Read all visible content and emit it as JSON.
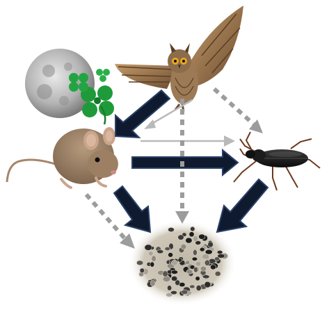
{
  "nodes": [
    {
      "id": "owl",
      "icon": "owl-icon"
    },
    {
      "id": "moon",
      "icon": "moon-icon"
    },
    {
      "id": "clover",
      "icon": "clover-icon"
    },
    {
      "id": "mouse",
      "icon": "mouse-icon"
    },
    {
      "id": "beetle",
      "icon": "beetle-icon"
    },
    {
      "id": "seeds",
      "icon": "seeds-icon"
    }
  ],
  "links": [
    {
      "from": "owl",
      "to": "mouse",
      "style": "solid-dark"
    },
    {
      "from": "owl",
      "to": "mouse",
      "style": "thin-gray"
    },
    {
      "from": "owl",
      "to": "beetle",
      "style": "dotted-gray"
    },
    {
      "from": "owl",
      "to": "seeds",
      "style": "dotted-gray"
    },
    {
      "from": "mouse",
      "to": "beetle",
      "style": "solid-dark"
    },
    {
      "from": "mouse",
      "to": "beetle",
      "style": "thin-gray"
    },
    {
      "from": "mouse",
      "to": "seeds",
      "style": "solid-dark"
    },
    {
      "from": "mouse",
      "to": "seeds",
      "style": "dotted-gray"
    },
    {
      "from": "beetle",
      "to": "seeds",
      "style": "solid-dark"
    }
  ],
  "colors": {
    "arrow_dark": "#0f1a2e",
    "arrow_dark_edge": "#2a4168",
    "arrow_gray": "#9c9c9c",
    "arrow_light": "#b9b9b9"
  }
}
